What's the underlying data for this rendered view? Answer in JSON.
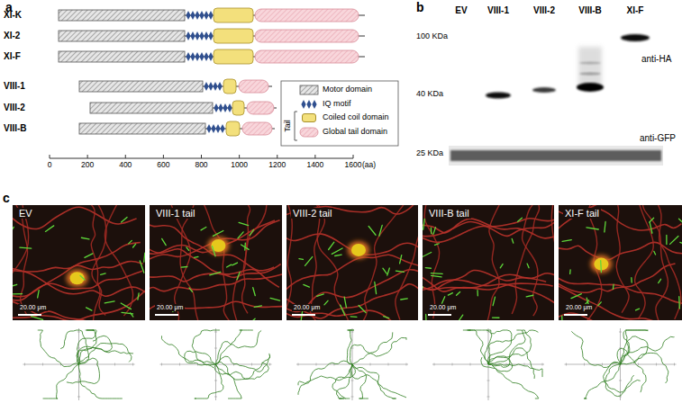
{
  "diagram": {
    "labels": [
      "a",
      "XI-K",
      "XI-2",
      "XI-F",
      "VIII-1",
      "VIII-2",
      "VIII-B",
      "Tail",
      "0",
      "200",
      "400",
      "600",
      "800",
      "1000",
      "1200",
      "1400",
      "1600",
      "(aa)",
      "b",
      "EV",
      "VIII-1",
      "VIII-2",
      "VIII-B",
      "XI-F",
      "100 KDa",
      "40 KDa",
      "anti-HA",
      "25 KDa",
      "anti-GFP",
      "c",
      "EV",
      "VIII-1 tail",
      "VIII-2 tail",
      "VIII-B tail",
      "XI-F tail",
      "20.00 μm",
      "20.00 μm",
      "20.00 μm",
      "20.00 μm",
      "20.00 μm"
    ],
    "legend": [
      {
        "text": "Motor domain"
      },
      {
        "text": "IQ motif"
      },
      {
        "text": "Coiled coil domain",
        "color": "#f3e07c"
      },
      {
        "text": "Global tail domain"
      }
    ]
  }
}
